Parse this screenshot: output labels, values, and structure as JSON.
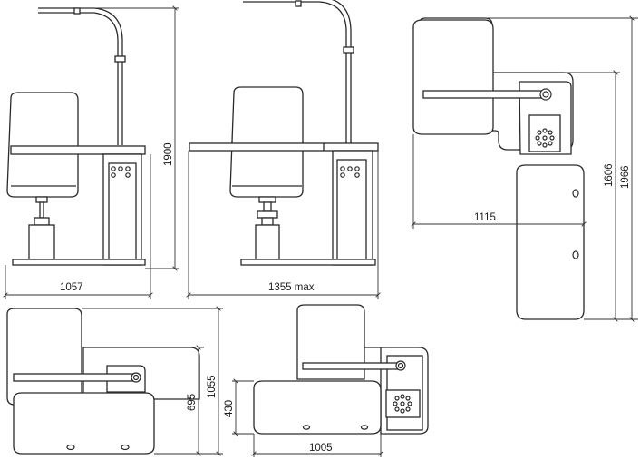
{
  "dimensions": {
    "front_width": "1057",
    "front_height": "1900",
    "side_width": "1355 max",
    "top_depth": "1115",
    "top_length_inner": "1606",
    "top_length_outer": "1966",
    "bottom_left_inner": "695",
    "bottom_left_outer": "1055",
    "bottom_right_height": "430",
    "bottom_right_width": "1005"
  }
}
